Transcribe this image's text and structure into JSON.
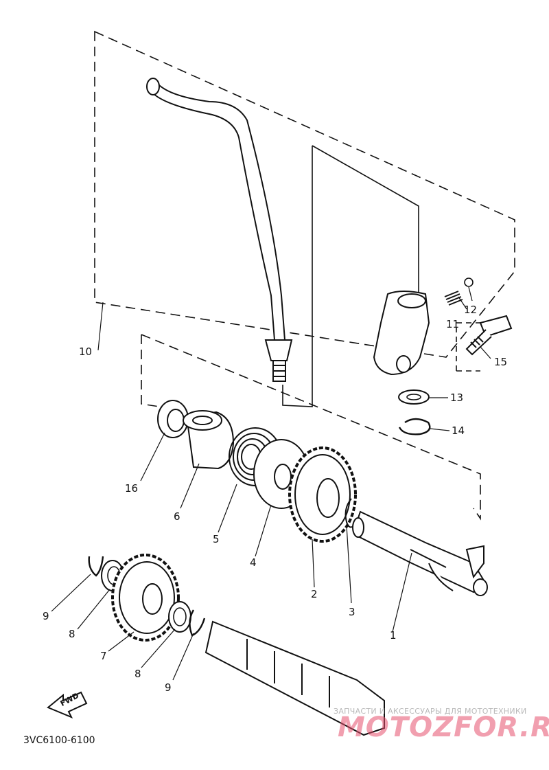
{
  "diagram": {
    "code": "3VC6100-6100",
    "fwd_label": "FWD",
    "callouts": [
      "1",
      "2",
      "3",
      "4",
      "5",
      "6",
      "7",
      "8",
      "9",
      "10",
      "11",
      "12",
      "13",
      "14",
      "15",
      "16",
      "8",
      "9"
    ]
  },
  "watermark": {
    "tagline": "ЗАПЧАСТИ И АКСЕССУАРЫ ДЛЯ МОТОТЕХНИКИ",
    "logo": "MOTOZFOR.RU"
  },
  "colors": {
    "line": "#111111",
    "watermark": "#e6506e"
  }
}
